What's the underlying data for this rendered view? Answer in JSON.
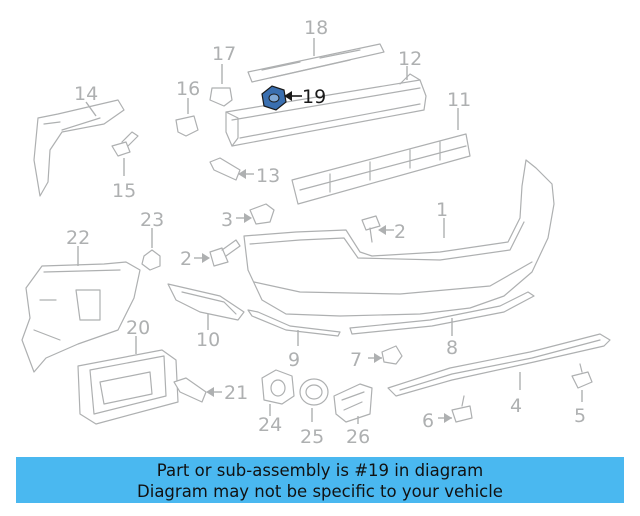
{
  "diagram": {
    "highlighted_part": "19",
    "callouts": [
      "1",
      "2",
      "3",
      "4",
      "5",
      "6",
      "7",
      "8",
      "9",
      "10",
      "11",
      "12",
      "13",
      "14",
      "15",
      "16",
      "17",
      "18",
      "19",
      "20",
      "21",
      "22",
      "23",
      "24",
      "25",
      "26"
    ]
  },
  "banner": {
    "line1": "Part or sub-assembly is #19 in diagram",
    "line2": "Diagram may not be specific to your vehicle",
    "color": "#4ab8f0"
  },
  "colors": {
    "highlight": "#3a6fb0",
    "line_art": "#aeb0b1"
  }
}
